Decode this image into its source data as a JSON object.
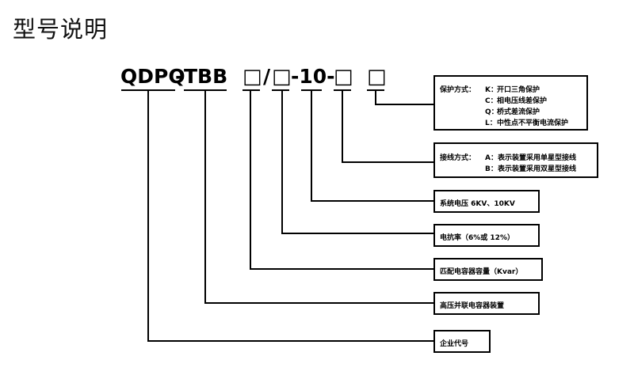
{
  "title": "型号说明",
  "model": {
    "prefix": "QDPQ",
    "dash1": "-",
    "series": "TBB",
    "slash": "/",
    "mid": "-10-",
    "placeholder": "□"
  },
  "boxes": {
    "protection": {
      "heading": "保护方式：",
      "items": [
        {
          "code": "K：",
          "text": "开口三角保护"
        },
        {
          "code": "C：",
          "text": "相电压线差保护"
        },
        {
          "code": "Q：",
          "text": "桥式差流保护"
        },
        {
          "code": "L：",
          "text": "中性点不平衡电流保护"
        }
      ]
    },
    "wiring": {
      "heading": "接线方式：",
      "items": [
        {
          "code": "A：",
          "text": "表示装置采用单星型接线"
        },
        {
          "code": "B：",
          "text": "表示装置采用双星型接线"
        }
      ]
    },
    "voltage": "系统电压 6KV、10KV",
    "reactance": "电抗率（6%或 12%）",
    "capacity": "匹配电容器容量（Kvar）",
    "device": "高压并联电容器装置",
    "company": "企业代号"
  }
}
